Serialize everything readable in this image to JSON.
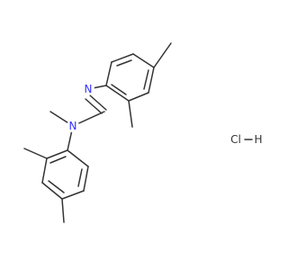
{
  "molecule": {
    "colors": {
      "bond": "#333333",
      "nitrogen": "#3333ff",
      "salt": "#333333",
      "background": "#ffffff"
    },
    "atom_labels": {
      "imine_n": "N",
      "amine_n": "N"
    },
    "salt": {
      "chlorine": "Cl",
      "hydrogen": "H"
    }
  }
}
